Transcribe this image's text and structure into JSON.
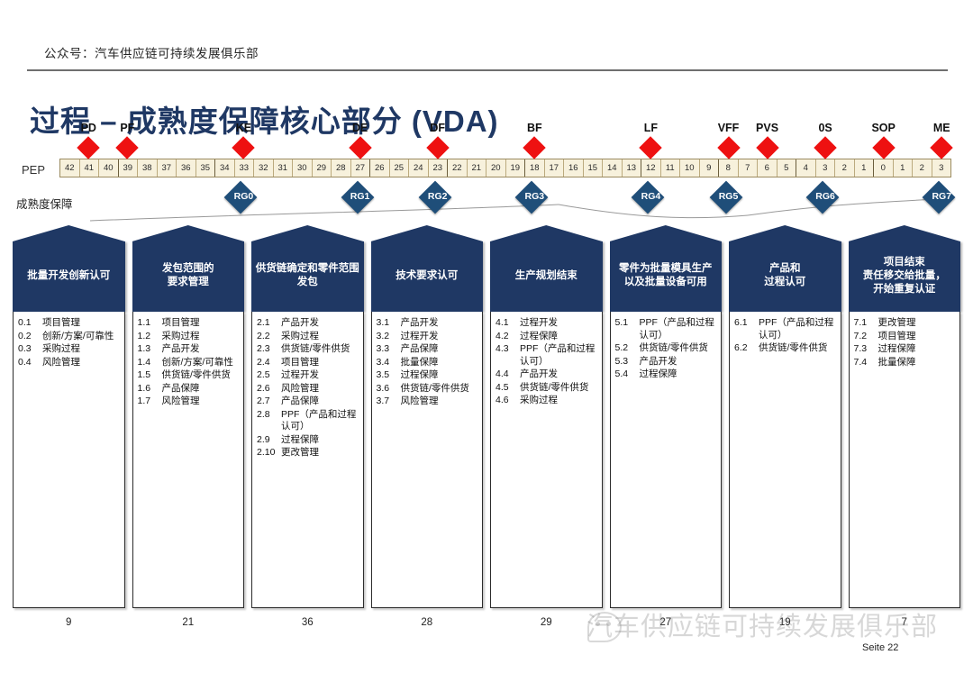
{
  "header": {
    "wechat_line": "公众号：汽车供应链可持续发展俱乐部",
    "title": "过程 – 成熟度保障核心部分 (VDA)"
  },
  "timeline": {
    "pep_label": "PEP",
    "maturity_label": "成熟度保障",
    "cells": [
      "42",
      "41",
      "40",
      "39",
      "38",
      "37",
      "36",
      "35",
      "34",
      "33",
      "32",
      "31",
      "30",
      "29",
      "28",
      "27",
      "26",
      "25",
      "24",
      "23",
      "22",
      "21",
      "20",
      "19",
      "18",
      "17",
      "16",
      "15",
      "14",
      "13",
      "12",
      "11",
      "10",
      "9",
      "8",
      "7",
      "6",
      "5",
      "4",
      "3",
      "2",
      "1",
      "0",
      "1",
      "2",
      "3"
    ],
    "major_dividers": [
      2,
      7,
      15,
      19,
      23,
      29,
      33,
      37,
      41
    ],
    "milestones": [
      {
        "label": "PD",
        "cell": 1
      },
      {
        "label": "PF",
        "cell": 3
      },
      {
        "label": "KE",
        "cell": 9
      },
      {
        "label": "DE",
        "cell": 15
      },
      {
        "label": "DF",
        "cell": 19
      },
      {
        "label": "BF",
        "cell": 24
      },
      {
        "label": "LF",
        "cell": 30
      },
      {
        "label": "VFF",
        "cell": 34
      },
      {
        "label": "PVS",
        "cell": 36
      },
      {
        "label": "0S",
        "cell": 39
      },
      {
        "label": "SOP",
        "cell": 42
      },
      {
        "label": "ME",
        "cell": 45
      }
    ],
    "gates": [
      {
        "label": "RG0",
        "cell": 9
      },
      {
        "label": "RG1",
        "cell": 15
      },
      {
        "label": "RG2",
        "cell": 19
      },
      {
        "label": "RG3",
        "cell": 24
      },
      {
        "label": "RG4",
        "cell": 30
      },
      {
        "label": "RG5",
        "cell": 34
      },
      {
        "label": "RG6",
        "cell": 39
      },
      {
        "label": "RG7",
        "cell": 45
      }
    ]
  },
  "columns": [
    {
      "title": "批量开发创新认可",
      "count": "9",
      "items": [
        {
          "num": "0.1",
          "text": "项目管理"
        },
        {
          "num": "0.2",
          "text": "创新/方案/可靠性"
        },
        {
          "num": "0.3",
          "text": "采购过程"
        },
        {
          "num": "0.4",
          "text": "风险管理"
        }
      ]
    },
    {
      "title": "发包范围的\n要求管理",
      "count": "21",
      "items": [
        {
          "num": "1.1",
          "text": "项目管理"
        },
        {
          "num": "1.2",
          "text": "采购过程"
        },
        {
          "num": "1.3",
          "text": "产品开发"
        },
        {
          "num": "1.4",
          "text": "创新/方案/可靠性"
        },
        {
          "num": "1.5",
          "text": "供货链/零件供货"
        },
        {
          "num": "1.6",
          "text": "产品保障"
        },
        {
          "num": "1.7",
          "text": "风险管理"
        }
      ]
    },
    {
      "title": "供货链确定和零件范围发包",
      "count": "36",
      "items": [
        {
          "num": "2.1",
          "text": "产品开发"
        },
        {
          "num": "2.2",
          "text": "采购过程"
        },
        {
          "num": "2.3",
          "text": "供货链/零件供货"
        },
        {
          "num": "2.4",
          "text": "项目管理"
        },
        {
          "num": "2.5",
          "text": "过程开发"
        },
        {
          "num": "2.6",
          "text": "风险管理"
        },
        {
          "num": "2.7",
          "text": "产品保障"
        },
        {
          "num": "2.8",
          "text": "PPF（产品和过程认可）"
        },
        {
          "num": "2.9",
          "text": "过程保障"
        },
        {
          "num": "2.10",
          "text": "更改管理"
        }
      ]
    },
    {
      "title": "技术要求认可",
      "count": "28",
      "items": [
        {
          "num": "3.1",
          "text": "产品开发"
        },
        {
          "num": "3.2",
          "text": "过程开发"
        },
        {
          "num": "3.3",
          "text": "产品保障"
        },
        {
          "num": "3.4",
          "text": "批量保障"
        },
        {
          "num": "3.5",
          "text": "过程保障"
        },
        {
          "num": "3.6",
          "text": "供货链/零件供货"
        },
        {
          "num": "3.7",
          "text": "风险管理"
        }
      ]
    },
    {
      "title": "生产规划结束",
      "count": "29",
      "items": [
        {
          "num": "4.1",
          "text": "过程开发"
        },
        {
          "num": "4.2",
          "text": "过程保障"
        },
        {
          "num": "4.3",
          "text": "PPF（产品和过程认可）"
        },
        {
          "num": "4.4",
          "text": "产品开发"
        },
        {
          "num": "4.5",
          "text": "供货链/零件供货"
        },
        {
          "num": "4.6",
          "text": "采购过程"
        }
      ]
    },
    {
      "title": "零件为批量模具生产\n以及批量设备可用",
      "count": "27",
      "items": [
        {
          "num": "5.1",
          "text": "PPF（产品和过程认可）"
        },
        {
          "num": "5.2",
          "text": "供货链/零件供货"
        },
        {
          "num": "5.3",
          "text": "产品开发"
        },
        {
          "num": "5.4",
          "text": "过程保障"
        }
      ]
    },
    {
      "title": "产品和\n过程认可",
      "count": "19",
      "items": [
        {
          "num": "6.1",
          "text": "PPF（产品和过程认可）"
        },
        {
          "num": "6.2",
          "text": "供货链/零件供货"
        }
      ]
    },
    {
      "title": "项目结束\n责任移交给批量，\n开始重复认证",
      "count": "7",
      "items": [
        {
          "num": "7.1",
          "text": "更改管理"
        },
        {
          "num": "7.2",
          "text": "项目管理"
        },
        {
          "num": "7.3",
          "text": "过程保障"
        },
        {
          "num": "7.4",
          "text": "批量保障"
        }
      ]
    }
  ],
  "footer": {
    "watermark": "汽车供应链可持续发展俱乐部",
    "page": "Seite 22"
  },
  "colors": {
    "title": "#1F3864",
    "header_box": "#1F3864",
    "gate_diamond": "#1F4E79",
    "milestone_diamond": "#EE1111",
    "timeline_cell": "#F7F1DC"
  }
}
